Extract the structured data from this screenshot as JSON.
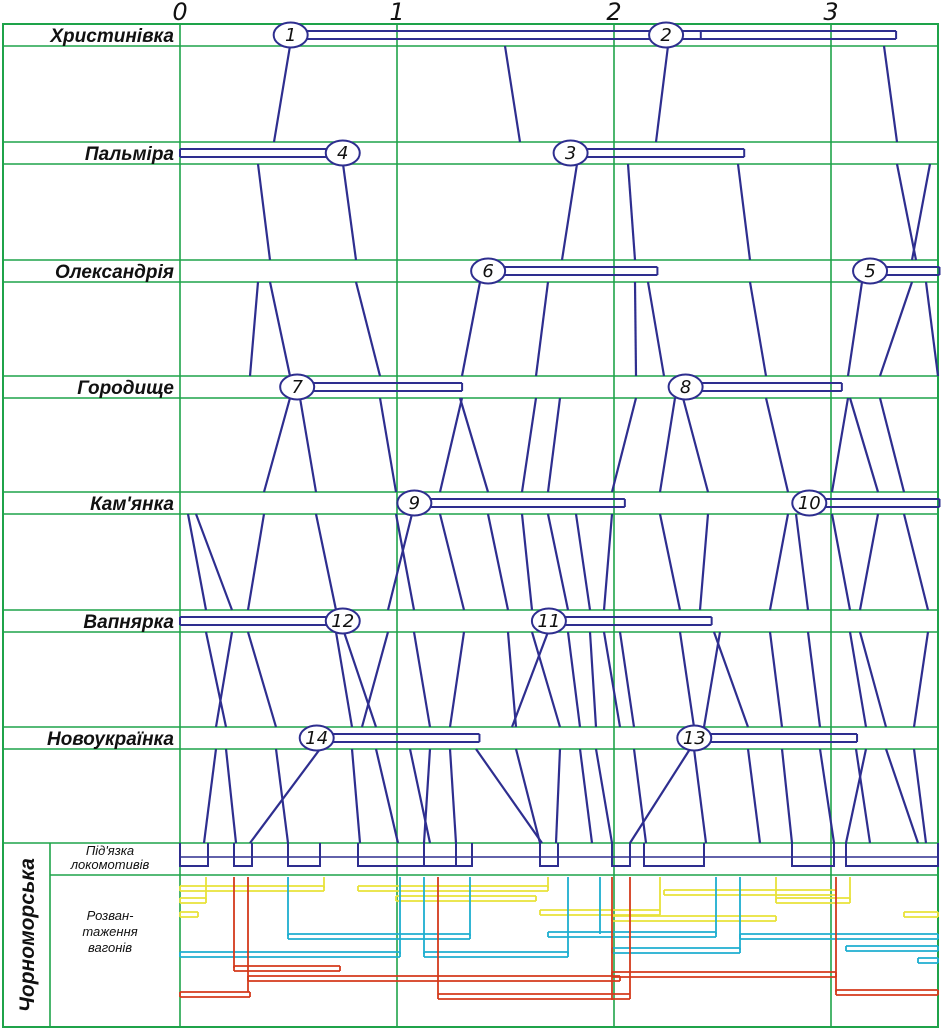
{
  "hours": [
    "0",
    "1",
    "2",
    "3"
  ],
  "stations": [
    "Христинівка",
    "Пальміра",
    "Олександрія",
    "Городище",
    "Кам'янка",
    "Вапнярка",
    "Новоукраїнка"
  ],
  "terminal": {
    "name": "Чорноморська",
    "row1": [
      "Під'язка",
      "локомотивів"
    ],
    "row2": [
      "Розван-",
      "таження",
      "вагонів"
    ]
  },
  "trains": [
    {
      "num": "1",
      "station": 0,
      "hour": 0.51
    },
    {
      "num": "2",
      "station": 0,
      "hour": 2.24
    },
    {
      "num": "4",
      "station": 1,
      "hour": 0.75
    },
    {
      "num": "3",
      "station": 1,
      "hour": 1.8
    },
    {
      "num": "6",
      "station": 2,
      "hour": 1.42
    },
    {
      "num": "5",
      "station": 2,
      "hour": 3.18
    },
    {
      "num": "7",
      "station": 3,
      "hour": 0.54
    },
    {
      "num": "8",
      "station": 3,
      "hour": 2.33
    },
    {
      "num": "9",
      "station": 4,
      "hour": 1.08
    },
    {
      "num": "10",
      "station": 4,
      "hour": 2.9
    },
    {
      "num": "12",
      "station": 5,
      "hour": 0.75
    },
    {
      "num": "11",
      "station": 5,
      "hour": 1.7
    },
    {
      "num": "14",
      "station": 6,
      "hour": 0.63
    },
    {
      "num": "13",
      "station": 6,
      "hour": 2.37
    }
  ],
  "colors": {
    "grid": "#1fa34a",
    "train": "#2e2e8f",
    "yellow": "#e8e23a",
    "cyan": "#1eaed0",
    "red": "#d43a1c"
  }
}
